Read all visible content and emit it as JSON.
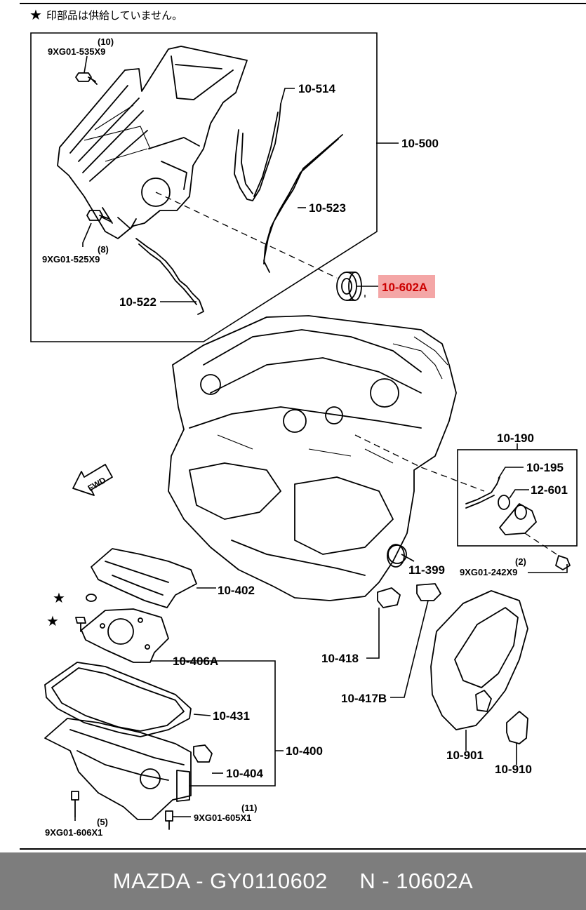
{
  "note": "印部品は供給していません。",
  "colors": {
    "highlight": "#f4a6a6",
    "footer_bg": "#7d7d7d",
    "footer_text": "#ffffff"
  },
  "parts": {
    "p10_500": "10-500",
    "p10_514": "10-514",
    "p10_523": "10-523",
    "p10_522": "10-522",
    "p10_602A": "10-602A",
    "p10_190": "10-190",
    "p10_195": "10-195",
    "p12_601": "12-601",
    "p11_399": "11-399",
    "p10_402": "10-402",
    "p10_406A": "10-406A",
    "p10_431": "10-431",
    "p10_400": "10-400",
    "p10_404": "10-404",
    "p10_418": "10-418",
    "p10_417B": "10-417B",
    "p10_901": "10-901",
    "p10_910": "10-910"
  },
  "bolts": {
    "b10_qty": "(10)",
    "b10_code": "9XG01-535X9",
    "b8_qty": "(8)",
    "b8_code": "9XG01-525X9",
    "b2_qty": "(2)",
    "b2_code": "9XG01-242X9",
    "b11_qty": "(11)",
    "b11_code": "9XG01-605X1",
    "b5_qty": "(5)",
    "b5_code": "9XG01-606X1"
  },
  "fwd": "FWD",
  "footer": {
    "text": "MAZDA - GY0110602     N - 10602A"
  }
}
